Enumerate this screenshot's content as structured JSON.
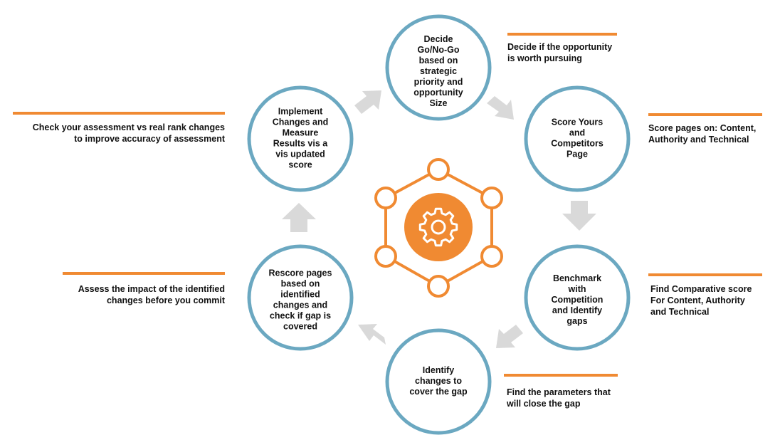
{
  "colors": {
    "circle_stroke": "#6ba8c1",
    "accent_orange": "#f08a32",
    "arrow_gray": "#d9d9d9",
    "text": "#111111"
  },
  "steps": [
    {
      "id": "decide",
      "lines": [
        "Decide",
        "Go/No-Go",
        "based on",
        "strategic",
        "priority and",
        "opportunity",
        "Size"
      ]
    },
    {
      "id": "score",
      "lines": [
        "Score Yours",
        "and",
        "Competitors",
        "Page"
      ]
    },
    {
      "id": "benchmark",
      "lines": [
        "Benchmark",
        "with",
        "Competition",
        "and Identify",
        "gaps"
      ]
    },
    {
      "id": "identify",
      "lines": [
        "Identify",
        "changes to",
        "cover the gap"
      ]
    },
    {
      "id": "rescore",
      "lines": [
        "Rescore pages",
        "based on",
        "identified",
        "changes and",
        "check if gap is",
        "covered"
      ]
    },
    {
      "id": "implement",
      "lines": [
        "Implement",
        "Changes and",
        "Measure",
        "Results vis a",
        "vis updated",
        "score"
      ]
    }
  ],
  "notes": [
    {
      "id": "decide",
      "lines": [
        "Decide if the opportunity",
        "is worth pursuing"
      ]
    },
    {
      "id": "score",
      "lines": [
        "Score pages on: Content,",
        "Authority and Technical"
      ]
    },
    {
      "id": "benchmark",
      "lines": [
        "Find Comparative score",
        "For Content, Authority",
        "and Technical"
      ]
    },
    {
      "id": "identify",
      "lines": [
        "Find the parameters that",
        "will close the gap"
      ]
    },
    {
      "id": "rescore",
      "lines": [
        "Assess the impact of the identified",
        "changes before you commit"
      ]
    },
    {
      "id": "implement",
      "lines": [
        "Check your assessment vs real rank changes",
        "to improve accuracy of assessment"
      ]
    }
  ],
  "center_icon": "gear-hexagon-icon"
}
